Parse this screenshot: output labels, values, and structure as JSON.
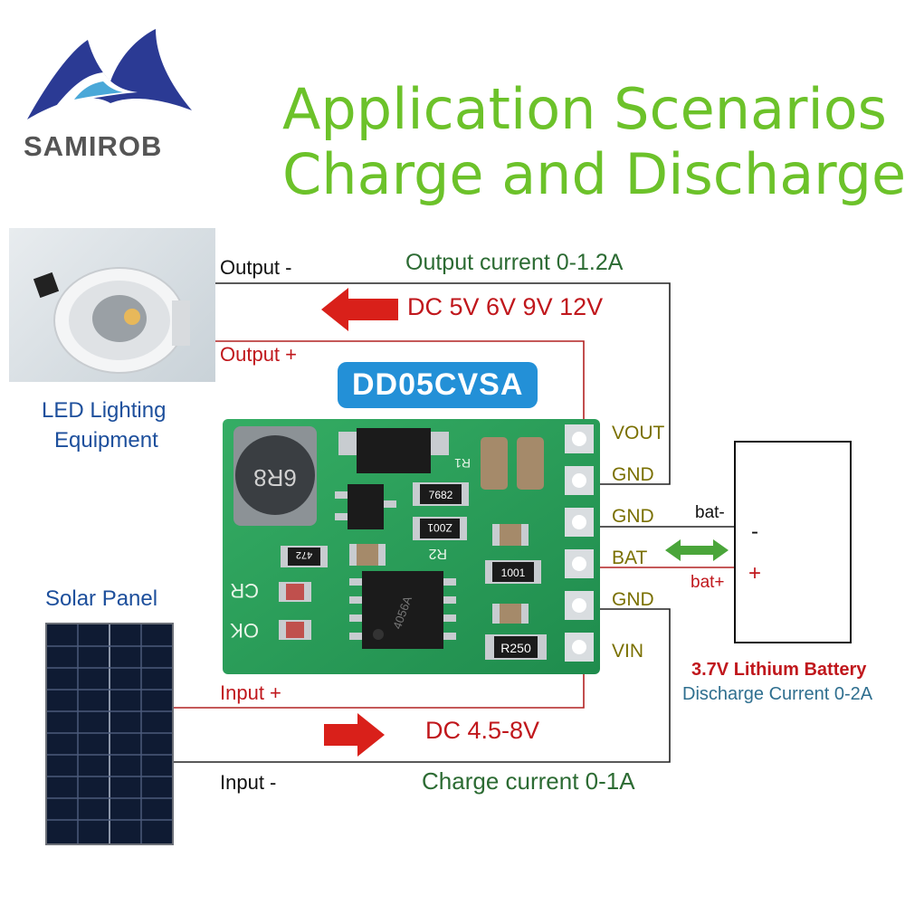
{
  "brand": {
    "name": "SAMIROB"
  },
  "title": {
    "line1": "Application Scenarios",
    "line2": "Charge and Discharge"
  },
  "module_name": "DD05CVSA",
  "led": {
    "caption_line1": "LED Lighting",
    "caption_line2": "Equipment"
  },
  "solar": {
    "caption": "Solar Panel"
  },
  "output": {
    "minus_label": "Output -",
    "plus_label": "Output +",
    "current": "Output current 0-1.2A",
    "voltage": "DC 5V 6V 9V 12V"
  },
  "input": {
    "plus_label": "Input +",
    "minus_label": "Input -",
    "voltage": "DC 4.5-8V",
    "current": "Charge current 0-1A"
  },
  "pins": [
    "VOUT",
    "GND",
    "GND",
    "BAT",
    "GND",
    "VIN"
  ],
  "battery": {
    "neg_wire": "bat-",
    "pos_wire": "bat+",
    "neg_sign": "-",
    "pos_sign": "+",
    "name": "3.7V Lithium Battery",
    "discharge": "Discharge Current 0-2A"
  },
  "board": {
    "inductor": "6R8",
    "res_7682": "7682",
    "res_1001": "1001",
    "res_r250": "R250",
    "res_472": "472",
    "res_z001": "Z001",
    "silk_r1": "R1",
    "silk_r2": "R2",
    "silk_cr": "CR",
    "silk_ok": "OK",
    "ic": "4056A"
  },
  "colors": {
    "title": "#6cc22a",
    "badge": "#2390d7",
    "pcb": "#2aa05a",
    "arrow_red": "#d9201a",
    "arrow_green": "#4aa53a"
  }
}
